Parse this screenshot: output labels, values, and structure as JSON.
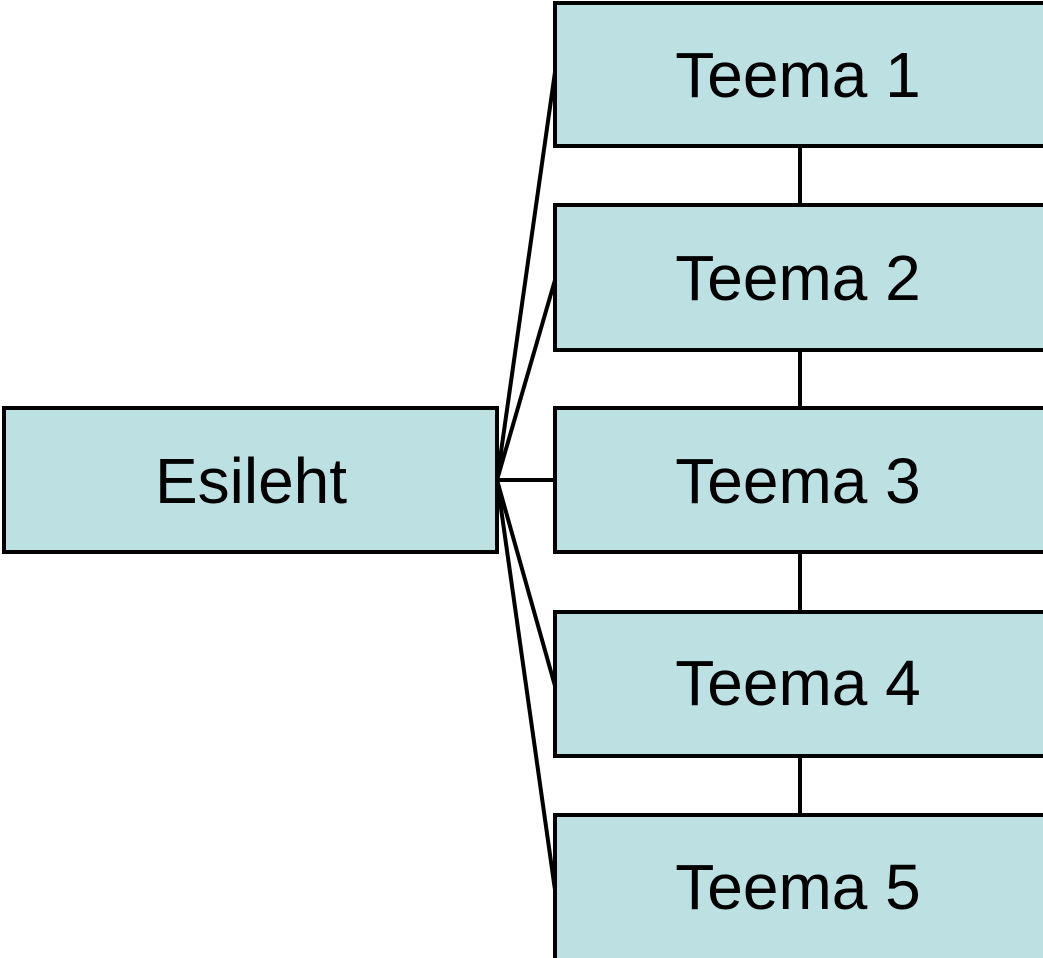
{
  "diagram": {
    "root": {
      "label": "Esileht"
    },
    "topics": [
      {
        "label": "Teema 1"
      },
      {
        "label": "Teema 2"
      },
      {
        "label": "Teema 3"
      },
      {
        "label": "Teema 4"
      },
      {
        "label": "Teema 5"
      }
    ],
    "colors": {
      "node_fill": "#bde0e3",
      "stroke": "#000000",
      "background": "#ffffff"
    }
  }
}
